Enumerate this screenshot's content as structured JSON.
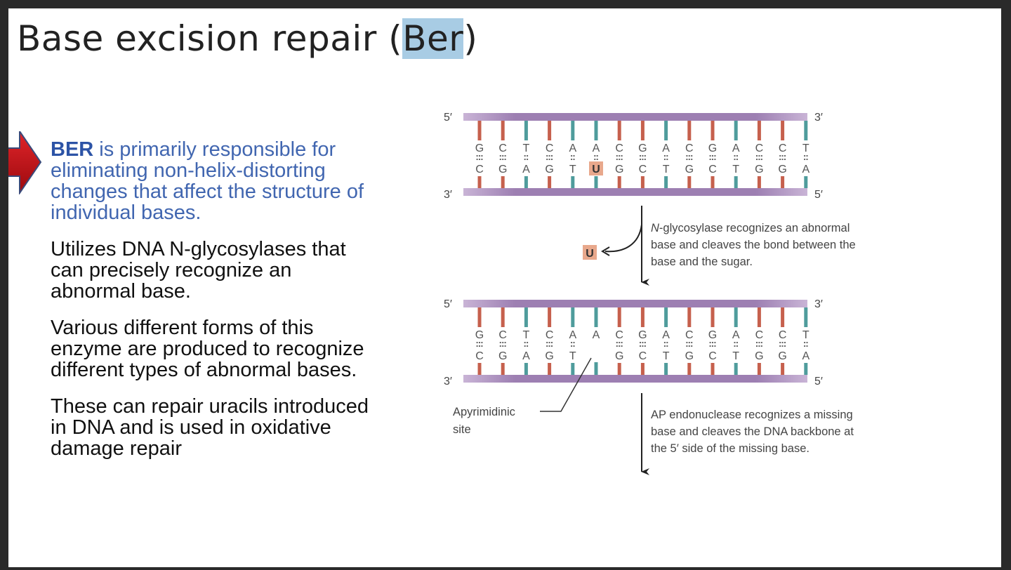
{
  "title": {
    "prefix": "Base excision repair (",
    "highlight": "Ber",
    "suffix": ")"
  },
  "bullets": [
    {
      "lead": "BER",
      "text": " is primarily responsible for eliminating non-helix-distorting changes that affect the structure of individual bases."
    },
    {
      "text": "Utilizes DNA N-glycosylases that can precisely recognize an abnormal base."
    },
    {
      "text": "Various different forms of this enzyme are produced to recognize different types of abnormal bases."
    },
    {
      "text": "These can repair uracils introduced in DNA and is used in oxidative damage repair"
    }
  ],
  "diagram": {
    "strand_labels": {
      "five_prime": "5′",
      "three_prime": "3′"
    },
    "top_strand": [
      "G",
      "C",
      "T",
      "C",
      "A",
      "A",
      "C",
      "G",
      "A",
      "C",
      "G",
      "A",
      "C",
      "C",
      "T"
    ],
    "bottom_strand_1": [
      "C",
      "G",
      "A",
      "G",
      "T",
      "U",
      "G",
      "C",
      "T",
      "G",
      "C",
      "T",
      "G",
      "G",
      "A"
    ],
    "bottom_strand_2": [
      "C",
      "G",
      "A",
      "G",
      "T",
      "",
      "G",
      "C",
      "T",
      "G",
      "C",
      "T",
      "G",
      "G",
      "A"
    ],
    "removed_base": "U",
    "step1": {
      "italic": "N",
      "line1": "-glycosylase recognizes an abnormal",
      "line2": "base and cleaves the bond between the",
      "line3": "base and the sugar."
    },
    "site_label": {
      "line1": "Apyrimidinic",
      "line2": "site"
    },
    "step2": {
      "line1": "AP endonuclease recognizes a missing",
      "line2": "base and cleaves the DNA backbone at",
      "line3": "the 5′ side of the missing base."
    },
    "colors": {
      "backbone": "#9d7fb2",
      "red_bar": "#c6604d",
      "teal_bar": "#4f9c9c",
      "uracil_box": "#e8a88c",
      "blue_text": "#4166b0",
      "arrow_red": "#c00d12"
    }
  }
}
